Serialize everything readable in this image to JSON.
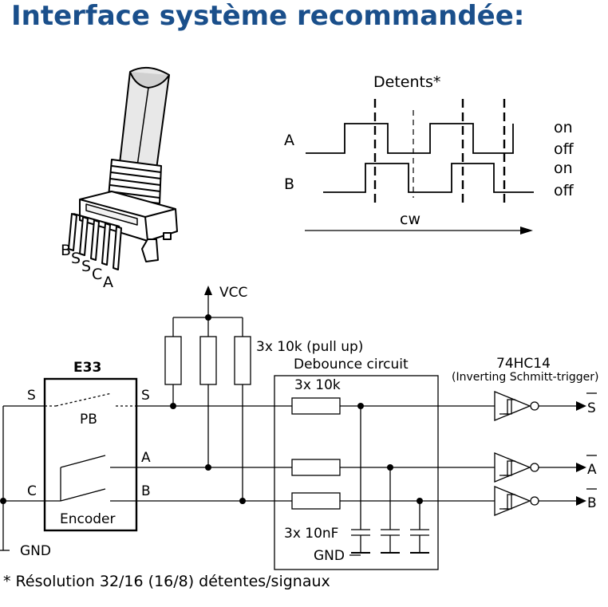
{
  "title": "Interface système recommandée:",
  "colors": {
    "title": "#1a4f8b",
    "line": "#000000"
  },
  "encoder_pins": [
    "B",
    "S",
    "S",
    "C",
    "A"
  ],
  "timing": {
    "heading": "Detents*",
    "signal_a": "A",
    "signal_b": "B",
    "on": "on",
    "off": "off",
    "direction": "cw"
  },
  "circuit": {
    "vcc": "VCC",
    "pullup": "3x 10k (pull up)",
    "device": "E33",
    "pins": {
      "s_left": "S",
      "c_left": "C",
      "s_right": "S",
      "a_right": "A",
      "b_right": "B"
    },
    "pb": "PB",
    "encoder": "Encoder",
    "gnd": "GND",
    "debounce_title": "Debounce circuit",
    "resistors": "3x 10k",
    "capacitors": "3x 10nF",
    "debounce_gnd": "GND",
    "chip": "74HC14",
    "chip_desc": "(Inverting Schmitt-trigger)",
    "out_s": "S",
    "out_a": "A",
    "out_b": "B"
  },
  "footnote": "* Résolution 32/16 (16/8) détentes/signaux"
}
